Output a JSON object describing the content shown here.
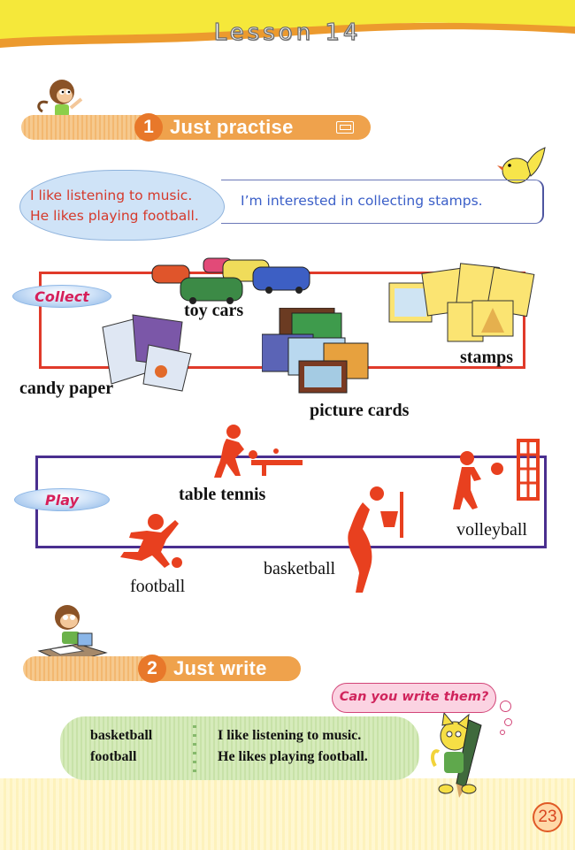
{
  "header": {
    "lesson_title": "Lesson 14"
  },
  "sections": [
    {
      "number": "1",
      "title": "Just practise",
      "icon": "tape-recorder-icon"
    },
    {
      "number": "2",
      "title": "Just write"
    }
  ],
  "practise": {
    "cloud_lines": [
      "I like listening to music.",
      "He likes playing football."
    ],
    "ribbon_text": "I’m interested in collecting stamps."
  },
  "collect": {
    "tag": "Collect",
    "items": [
      {
        "label": "toy cars",
        "icon": "toy-cars-icon"
      },
      {
        "label": "candy paper",
        "icon": "candy-paper-icon"
      },
      {
        "label": "picture cards",
        "icon": "picture-cards-icon"
      },
      {
        "label": "stamps",
        "icon": "stamps-icon"
      }
    ]
  },
  "play": {
    "tag": "Play",
    "items": [
      {
        "label": "table tennis",
        "icon": "table-tennis-player-icon"
      },
      {
        "label": "football",
        "icon": "football-player-icon"
      },
      {
        "label": "basketball",
        "icon": "basketball-player-icon"
      },
      {
        "label": "volleyball",
        "icon": "volleyball-player-icon"
      }
    ]
  },
  "write": {
    "thought_bubble": "Can you write them?",
    "left_words": [
      "basketball",
      "football"
    ],
    "right_sentences": [
      "I like listening to music.",
      "He likes playing football."
    ]
  },
  "footer": {
    "page_number": "23"
  },
  "colors": {
    "banner_yellow": "#f5e83a",
    "banner_orange": "#ec9a2e",
    "section_orange": "#efa24c",
    "collect_frame": "#e03a2a",
    "play_frame": "#4a2f8f",
    "sports_figures": "#e8401f",
    "cloud_text": "#d53a2c",
    "ribbon_text": "#3b5fc8",
    "tag_text": "#d6205a"
  }
}
